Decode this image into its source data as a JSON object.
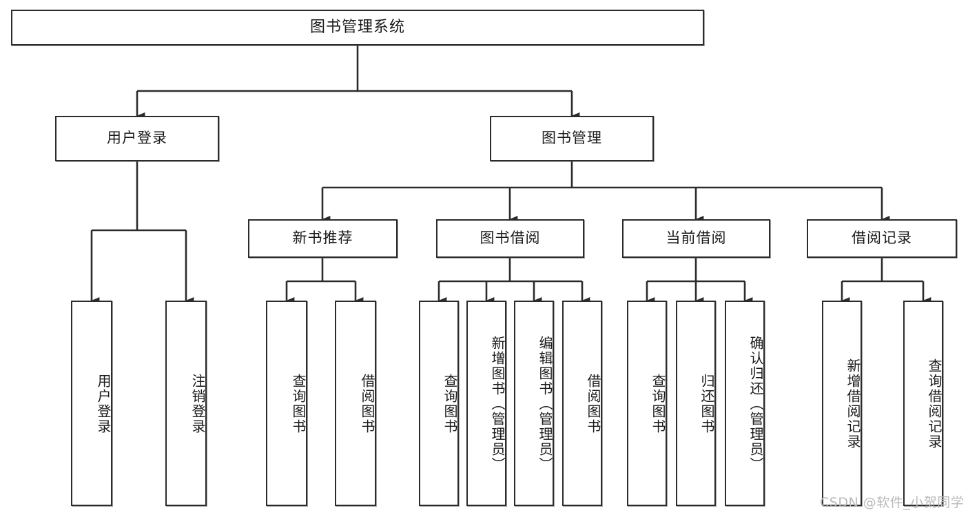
{
  "diagram": {
    "title": "图书管理系统",
    "type": "tree-hierarchy-chart",
    "orientation": "top-down",
    "watermark": "CSDN @软件_小贺同学",
    "colors": {
      "node_border": "#2b2b2b",
      "node_fill": "#ffffff",
      "edge": "#2b2b2b",
      "text": "#1a1a1a",
      "watermark": "#b9b9b9",
      "background": "#ffffff"
    },
    "nodes": {
      "root": {
        "label": "图书管理系统"
      },
      "level2": [
        {
          "label": "用户登录"
        },
        {
          "label": "图书管理"
        }
      ],
      "level3": [
        {
          "label": "新书推荐"
        },
        {
          "label": "图书借阅"
        },
        {
          "label": "当前借阅"
        },
        {
          "label": "借阅记录"
        }
      ],
      "leaves": {
        "user_login": [
          {
            "label": "用户登录"
          },
          {
            "label": "注销登录"
          }
        ],
        "new_book_recommend": [
          {
            "label": "查询图书"
          },
          {
            "label": "借阅图书"
          }
        ],
        "book_borrow": [
          {
            "label": "查询图书"
          },
          {
            "label": "新增图书（管理员）"
          },
          {
            "label": "编辑图书（管理员）"
          },
          {
            "label": "借阅图书"
          }
        ],
        "current_borrow": [
          {
            "label": "查询图书"
          },
          {
            "label": "归还图书"
          },
          {
            "label": "确认归还（管理员）"
          }
        ],
        "borrow_record": [
          {
            "label": "新增借阅记录"
          },
          {
            "label": "查询借阅记录"
          }
        ]
      }
    }
  }
}
